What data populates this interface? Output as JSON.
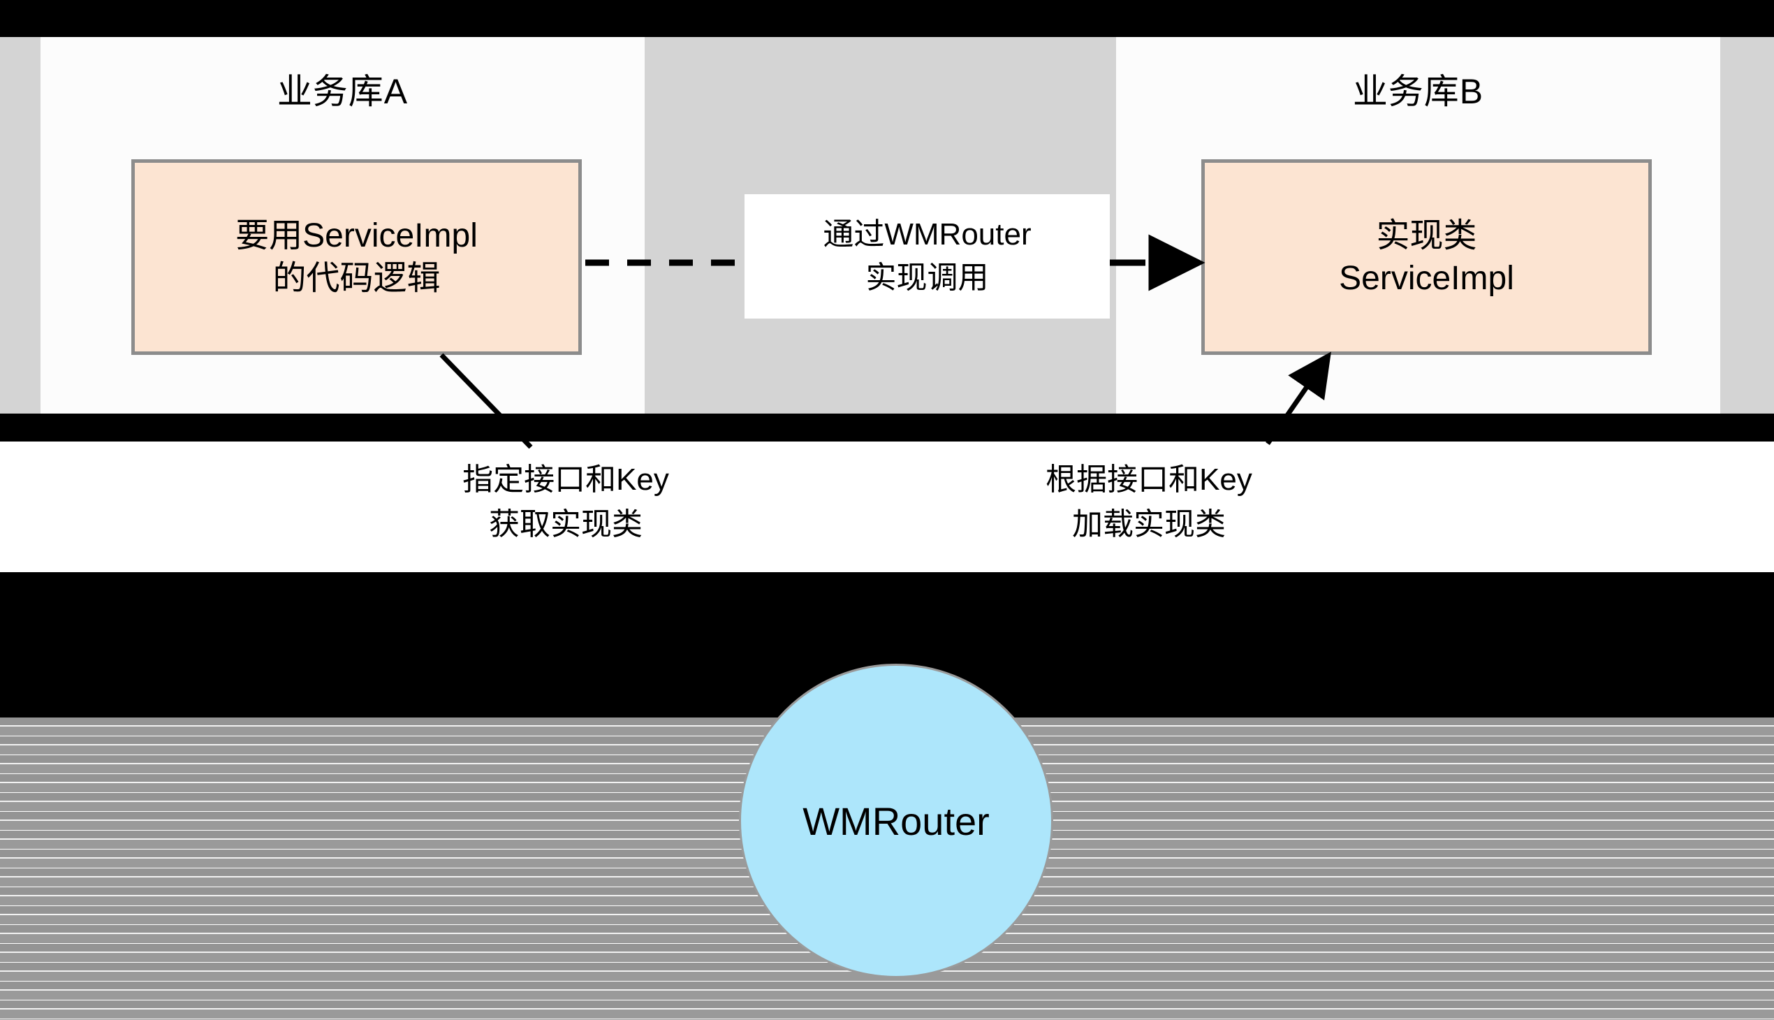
{
  "diagram": {
    "title_left": "业务库A",
    "title_right": "业务库B",
    "left_box": {
      "line1": "要用ServiceImpl",
      "line2": "的代码逻辑"
    },
    "right_box": {
      "line1": "实现类",
      "line2": "ServiceImpl"
    },
    "mid_label": {
      "line1": "通过WMRouter",
      "line2": "实现调用"
    },
    "desc_left": {
      "line1": "指定接口和Key",
      "line2": "获取实现类"
    },
    "desc_right": {
      "line1": "根据接口和Key",
      "line2": "加载实现类"
    },
    "router_node": {
      "label": "WMRouter"
    },
    "colors": {
      "class_box_fill": "#fce4d2",
      "class_box_border": "#8c8c8c",
      "router_fill": "#ade6fb",
      "router_border": "#9a9a9a",
      "panel_fill": "#fcfcfc",
      "backdrop_gray": "#d4d4d4",
      "connector": "#000000"
    }
  }
}
